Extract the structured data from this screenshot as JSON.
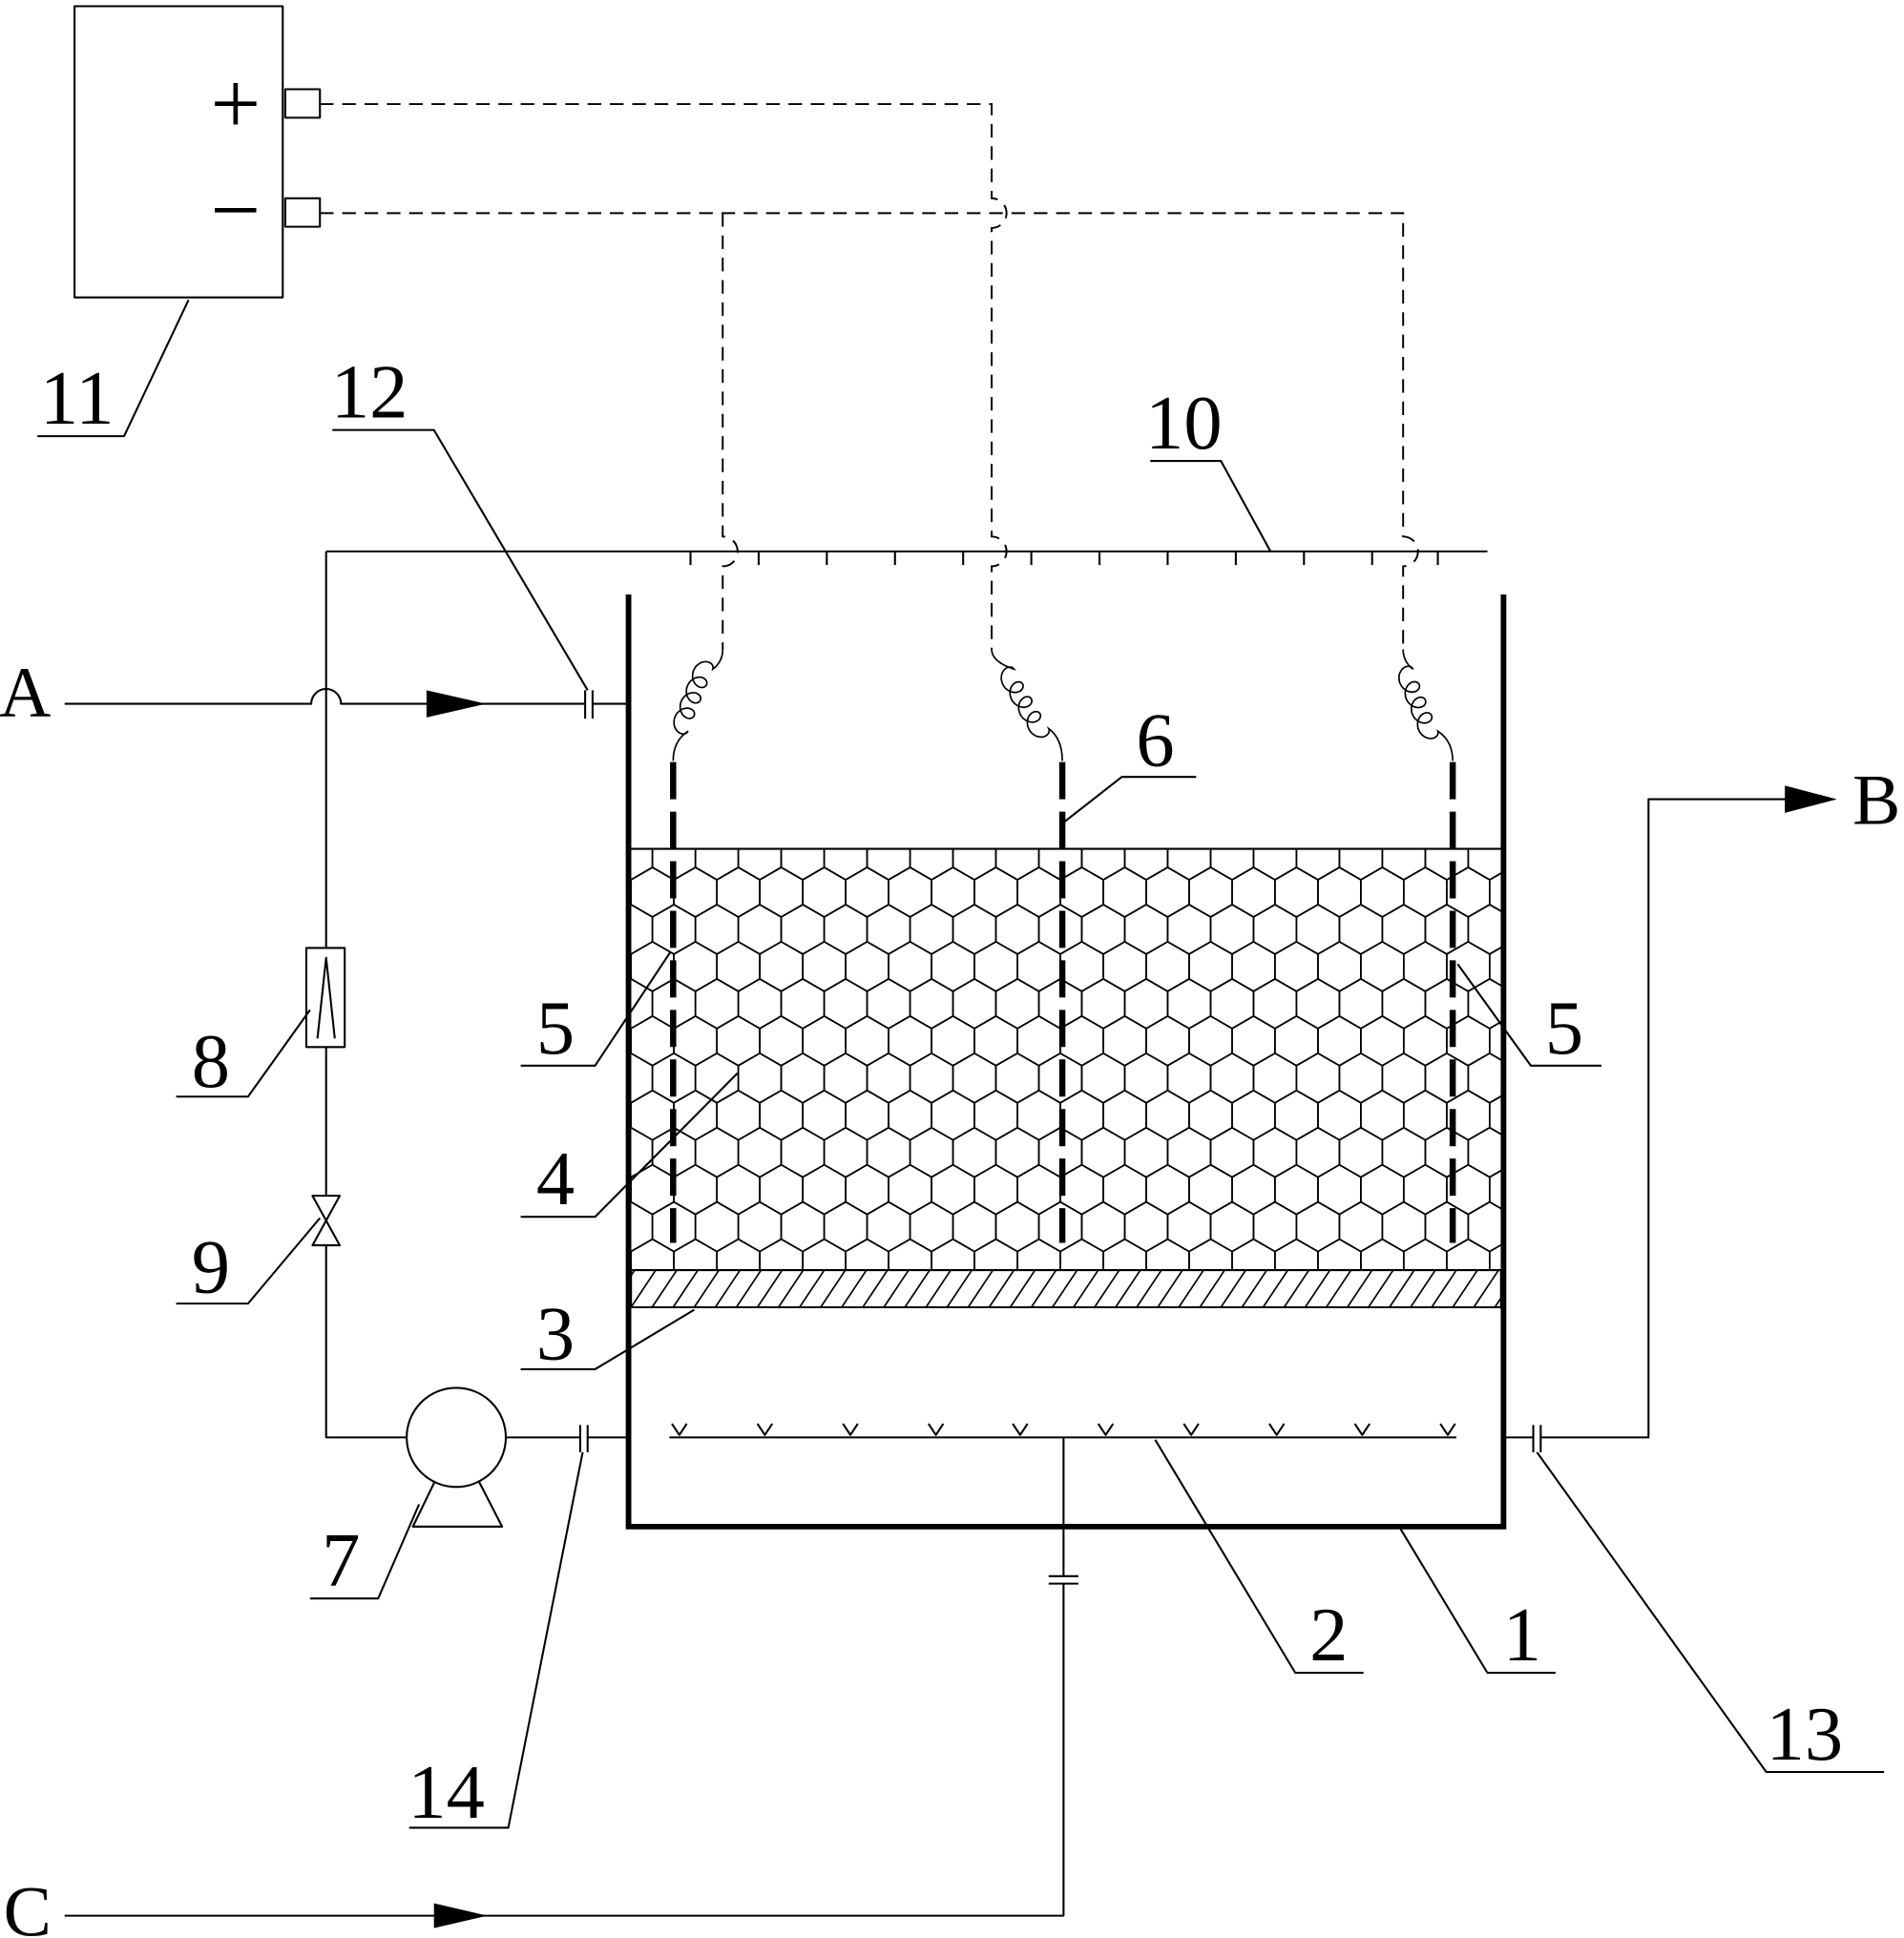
{
  "colors": {
    "line": "#000000",
    "background": "#ffffff"
  },
  "power_supply": {
    "callout": "11",
    "positive": "+",
    "negative": "−"
  },
  "streams": {
    "a": "A",
    "b": "B",
    "c": "C"
  },
  "callouts": {
    "tank": "1",
    "aeration_pipe": "2",
    "support_layer": "3",
    "packing": "4",
    "packing_left": "5",
    "packing_right": "5",
    "electrode": "6",
    "pump": "7",
    "flowmeter": "8",
    "valve": "9",
    "spray_pipe": "10",
    "inlet_flange": "12",
    "outlet_flange": "13",
    "pump_flange": "14"
  }
}
